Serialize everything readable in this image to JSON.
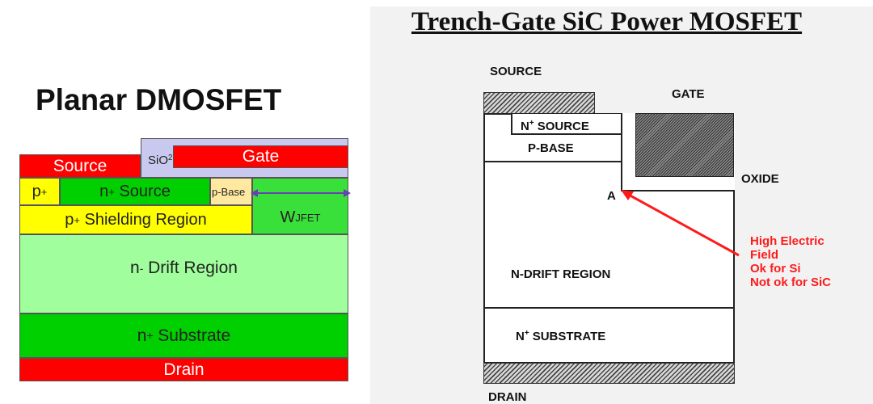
{
  "planar": {
    "title": "Planar DMOSFET",
    "layers": {
      "source": "Source",
      "sio2_main": "SiO",
      "sio2_sub": "2",
      "gate": "Gate",
      "p_plus_main": "p",
      "p_plus_sup": "+",
      "n_source_pre": "n",
      "n_source_sup": "+",
      "n_source_post": " Source",
      "p_base": "p-Base",
      "shield_pre": "p",
      "shield_sup": "+",
      "shield_post": " Shielding Region",
      "wjfet_main": "W",
      "wjfet_sub": "JFET",
      "drift_pre": "n",
      "drift_sup": "-",
      "drift_post": " Drift Region",
      "substrate_pre": "n",
      "substrate_sup": "+",
      "substrate_post": " Substrate",
      "drain": "Drain"
    },
    "colors": {
      "source": "#ff0000",
      "gate": "#ff0000",
      "drain": "#ff0000",
      "p_plus": "#ffff00",
      "n_source": "#00d000",
      "drift": "#a0ff9c",
      "substrate": "#00d000",
      "sio2": "#c9c9f0",
      "arrow": "#6a3fb5"
    }
  },
  "trench": {
    "title": "Trench-Gate SiC Power MOSFET",
    "labels": {
      "source": "SOURCE",
      "gate": "GATE",
      "n_source_pre": "N",
      "n_source_sup": "+",
      "n_source_post": " SOURCE",
      "p_base": "P-BASE",
      "oxide": "OXIDE",
      "point_a": "A",
      "drift": "N-DRIFT REGION",
      "substrate_pre": "N",
      "substrate_sup": "+",
      "substrate_post": " SUBSTRATE",
      "drain": "DRAIN"
    },
    "annotation": [
      "High Electric",
      "Field",
      "Ok for Si",
      "Not ok for SiC"
    ],
    "colors": {
      "annotation": "#ff1a1a",
      "arrow": "#ff1a1a"
    }
  }
}
